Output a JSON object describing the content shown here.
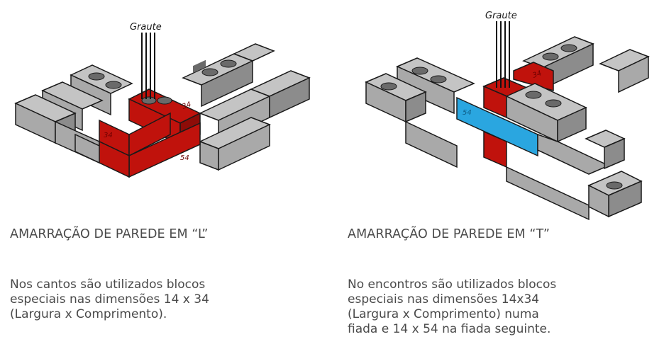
{
  "colors": {
    "block_top": "#c4c4c4",
    "block_front": "#a9a9a9",
    "block_side": "#8c8c8c",
    "special_block": "#c0120c",
    "special_block_dark": "#8e0c08",
    "blue_block": "#2aa6e0",
    "outline": "#1a1a1a",
    "text": "#4a4a4a"
  },
  "panels": [
    {
      "grout_label": "Graute",
      "block_labels": [
        "34",
        "34",
        "54"
      ],
      "heading": "AMARRAÇÃO DE PAREDE EM “L”",
      "description": "Nos cantos são utilizados blocos\nespeciais nas dimensões 14 x 34\n(Largura x Comprimento)."
    },
    {
      "grout_label": "Graute",
      "block_labels": [
        "54",
        "34"
      ],
      "heading": "AMARRAÇÃO DE PAREDE EM “T”",
      "description": "No encontros são utilizados blocos\nespeciais nas dimensões 14x34\n(Largura x Comprimento) numa\nfiada e 14 x 54 na fiada seguinte."
    }
  ]
}
